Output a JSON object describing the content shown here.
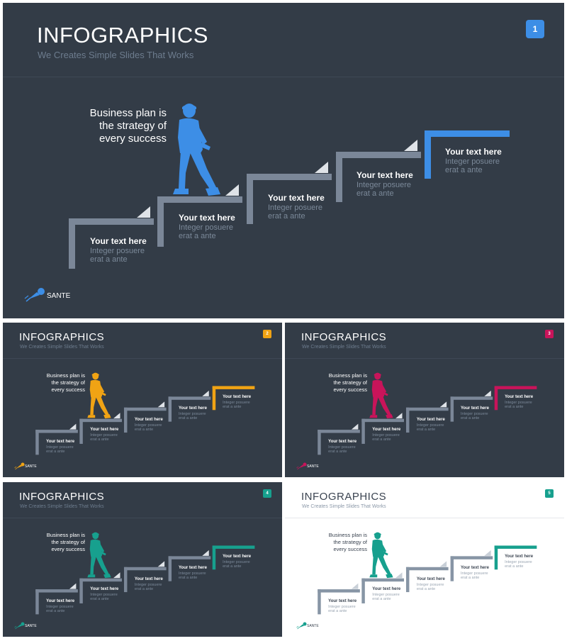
{
  "slides": [
    {
      "title": "INFOGRAPHICS",
      "subtitle": "We Creates Simple Slides That Works",
      "number": "1",
      "accent": "#3d8ee6",
      "quote": [
        "Business plan is",
        "the strategy of",
        "every success"
      ],
      "brand": "SANTE",
      "steps": [
        {
          "heading": "Your text here",
          "body": [
            "Integer posuere",
            "erat a ante"
          ]
        },
        {
          "heading": "Your text here",
          "body": [
            "Integer posuere",
            "erat a ante"
          ]
        },
        {
          "heading": "Your text here",
          "body": [
            "Integer posuere",
            "erat a ante"
          ]
        },
        {
          "heading": "Your text here",
          "body": [
            "Integer posuere",
            "erat a ante"
          ]
        },
        {
          "heading": "Your text here",
          "body": [
            "Integer posuere",
            "erat a ante"
          ]
        }
      ]
    },
    {
      "title": "INFOGRAPHICS",
      "subtitle": "We Creates Simple Slides That Works",
      "number": "2",
      "accent": "#f0a314",
      "quote": [
        "Business plan is",
        "the strategy of",
        "every success"
      ],
      "brand": "SANTE",
      "steps": [
        {
          "heading": "Your text here",
          "body": [
            "Integer posuere",
            "erat a ante"
          ]
        },
        {
          "heading": "Your text here",
          "body": [
            "Integer posuere",
            "erat a ante"
          ]
        },
        {
          "heading": "Your text here",
          "body": [
            "Integer posuere",
            "erat a ante"
          ]
        },
        {
          "heading": "Your text here",
          "body": [
            "Integer posuere",
            "erat a ante"
          ]
        },
        {
          "heading": "Your text here",
          "body": [
            "Integer posuere",
            "erat a ante"
          ]
        }
      ]
    },
    {
      "title": "INFOGRAPHICS",
      "subtitle": "We Creates Simple Slides That Works",
      "number": "3",
      "accent": "#c8145a",
      "quote": [
        "Business plan is",
        "the strategy of",
        "every success"
      ],
      "brand": "SANTE",
      "steps": [
        {
          "heading": "Your text here",
          "body": [
            "Integer posuere",
            "erat a ante"
          ]
        },
        {
          "heading": "Your text here",
          "body": [
            "Integer posuere",
            "erat a ante"
          ]
        },
        {
          "heading": "Your text here",
          "body": [
            "Integer posuere",
            "erat a ante"
          ]
        },
        {
          "heading": "Your text here",
          "body": [
            "Integer posuere",
            "erat a ante"
          ]
        },
        {
          "heading": "Your text here",
          "body": [
            "Integer posuere",
            "erat a ante"
          ]
        }
      ]
    },
    {
      "title": "INFOGRAPHICS",
      "subtitle": "We Creates Simple Slides That Works",
      "number": "4",
      "accent": "#17a08e",
      "quote": [
        "Business plan is",
        "the strategy of",
        "every success"
      ],
      "brand": "SANTE",
      "steps": [
        {
          "heading": "Your text here",
          "body": [
            "Integer posuere",
            "erat a ante"
          ]
        },
        {
          "heading": "Your text here",
          "body": [
            "Integer posuere",
            "erat a ante"
          ]
        },
        {
          "heading": "Your text here",
          "body": [
            "Integer posuere",
            "erat a ante"
          ]
        },
        {
          "heading": "Your text here",
          "body": [
            "Integer posuere",
            "erat a ante"
          ]
        },
        {
          "heading": "Your text here",
          "body": [
            "Integer posuere",
            "erat a ante"
          ]
        }
      ]
    },
    {
      "title": "INFOGRAPHICS",
      "subtitle": "We Creates Simple Slides That Works",
      "number": "5",
      "accent": "#17a08e",
      "quote": [
        "Business plan is",
        "the strategy of",
        "every success"
      ],
      "brand": "SANTE",
      "steps": [
        {
          "heading": "Your text here",
          "body": [
            "Integer posuere",
            "erat a ante"
          ]
        },
        {
          "heading": "Your text here",
          "body": [
            "Integer posuere",
            "erat a ante"
          ]
        },
        {
          "heading": "Your text here",
          "body": [
            "Integer posuere",
            "erat a ante"
          ]
        },
        {
          "heading": "Your text here",
          "body": [
            "Integer posuere",
            "erat a ante"
          ]
        },
        {
          "heading": "Your text here",
          "body": [
            "Integer posuere",
            "erat a ante"
          ]
        }
      ]
    }
  ]
}
